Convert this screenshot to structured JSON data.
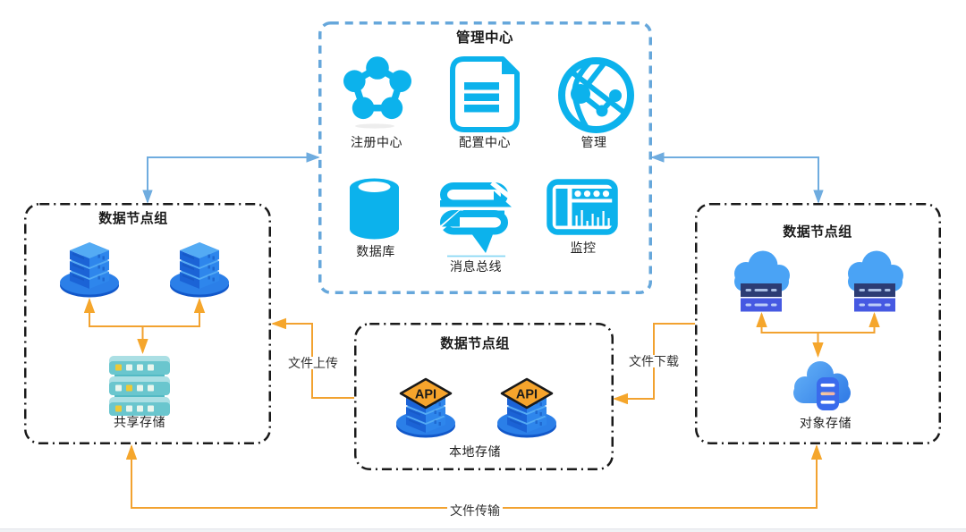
{
  "management_center": {
    "title": "管理中心",
    "items": [
      {
        "label": "注册中心"
      },
      {
        "label": "配置中心"
      },
      {
        "label": "管理"
      },
      {
        "label": "数据库"
      },
      {
        "label": "消息总线"
      },
      {
        "label": "监控"
      }
    ]
  },
  "left_group": {
    "title": "数据节点组",
    "storage_label": "共享存储"
  },
  "center_group": {
    "title": "数据节点组",
    "storage_label": "本地存储",
    "api_badge": "API"
  },
  "right_group": {
    "title": "数据节点组",
    "storage_label": "对象存储"
  },
  "edges": {
    "upload": "文件上传",
    "download": "文件下载",
    "transfer": "文件传输"
  },
  "colors": {
    "icon_cyan": "#0CB2EC",
    "group_border": "#1a1a1a",
    "management_border": "#66A7DB",
    "blue_arrow": "#6FACDF",
    "orange_arrow": "#F2A230",
    "server_blue": "#2E86EC",
    "storage_teal": "#6AC6CE"
  }
}
